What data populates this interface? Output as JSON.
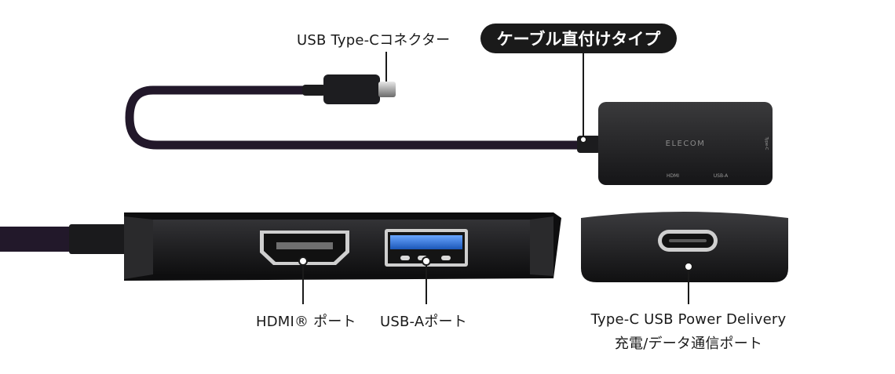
{
  "labels": {
    "connector": "USB Type-Cコネクター",
    "cable_type": "ケーブル直付けタイプ",
    "hdmi_port": "HDMI® ポート",
    "usba_port": "USB-Aポート",
    "typec_port_line1": "Type-C USB Power Delivery",
    "typec_port_line2": "充電/データ通信ポート"
  },
  "device_markings": {
    "brand": "ELECOM",
    "hdmi": "HDMI",
    "usba": "USB-A",
    "typec": "Type-C"
  },
  "colors": {
    "body": "#1c1c1e",
    "cable": "#22182a",
    "usb3_blue": "#2a6fd0"
  }
}
